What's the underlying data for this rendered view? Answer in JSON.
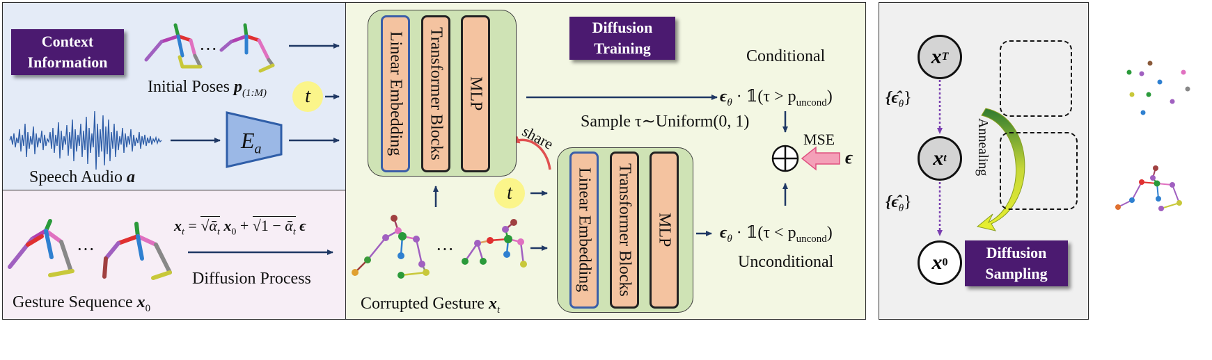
{
  "context_panel": {
    "badge": "Context\nInformation",
    "initial_poses_label": "Initial Poses",
    "initial_poses_symbol": "p",
    "initial_poses_sub": "(1:M)",
    "ellipsis": "···",
    "speech_audio_label": "Speech Audio",
    "speech_audio_symbol": "a",
    "encoder_symbol": "E",
    "encoder_sub": "a",
    "t_symbol": "t"
  },
  "gesture_panel": {
    "equation": "x_t = √ᾱ_t x₀ + √(1 − ᾱ_t) ε",
    "eq_lhs": "x",
    "eq_lhs_sub": "t",
    "eq_eq": "=",
    "eq_a": "ᾱ",
    "eq_a_sub": "t",
    "eq_x0": "x",
    "eq_x0_sub": "0",
    "eq_plus": "+",
    "eq_one_minus": "1 −",
    "eq_eps": "ϵ",
    "process_label": "Diffusion Process",
    "sequence_label": "Gesture Sequence",
    "sequence_symbol": "x",
    "sequence_sub": "0",
    "ellipsis": "···"
  },
  "training_panel": {
    "badge": "Diffusion\nTraining",
    "blocks": [
      "Linear Embedding",
      "Transformer Blocks",
      "MLP"
    ],
    "share_label": "share",
    "t_symbol": "t",
    "conditional_label": "Conditional",
    "unconditional_label": "Unconditional",
    "cond_expr_eps": "ϵ",
    "cond_expr_theta": "θ",
    "cond_expr_mid": " · 𝟙(τ > p",
    "cond_expr_sub": "uncond",
    "cond_expr_end": ")",
    "uncond_expr_mid": " · 𝟙(τ < p",
    "sample_label": "Sample τ∼Uniform(0, 1)",
    "mse_label": "MSE",
    "eps_symbol": "ϵ",
    "corrupted_label": "Corrupted Gesture",
    "corrupted_symbol": "x",
    "corrupted_sub": "t",
    "ellipsis": "···"
  },
  "sampling_panel": {
    "badge": "Diffusion\nSampling",
    "node_top": "x",
    "node_top_sub": "T",
    "node_mid": "x",
    "node_mid_sub": "t",
    "node_bot": "x",
    "node_bot_sub": "0",
    "eps_hat_upper": "{ϵ̂",
    "eps_hat_sub": "θ",
    "eps_hat_close": "}",
    "annealing_label": "Annealing"
  },
  "colors": {
    "badge_bg": "#4b1a70",
    "context_bg": "#e4ebf7",
    "gesture_bg": "#f7eef6",
    "training_bg": "#f3f7e3",
    "sampling_bg": "#f0f0f0",
    "module_green": "#cfe3b5",
    "block_fill": "#f4c3a0",
    "arrow_navy": "#1f3864",
    "audio_blue": "#2f5ea8",
    "t_yellow": "#fbf58a"
  }
}
